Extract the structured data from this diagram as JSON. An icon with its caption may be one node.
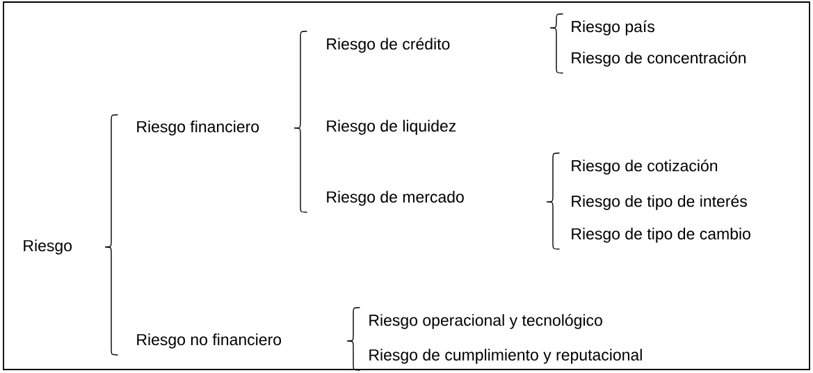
{
  "diagram": {
    "labels": [
      "Riesgo",
      "Riesgo financiero",
      "Riesgo de crédito",
      "Riesgo país",
      "Riesgo de concentración",
      "Riesgo de liquidez",
      "Riesgo de mercado",
      "Riesgo de cotización",
      "Riesgo de tipo de interés",
      "Riesgo de tipo de cambio",
      "Riesgo no financiero",
      "Riesgo operacional y tecnológico",
      "Riesgo de cumplimiento y reputacional"
    ]
  }
}
